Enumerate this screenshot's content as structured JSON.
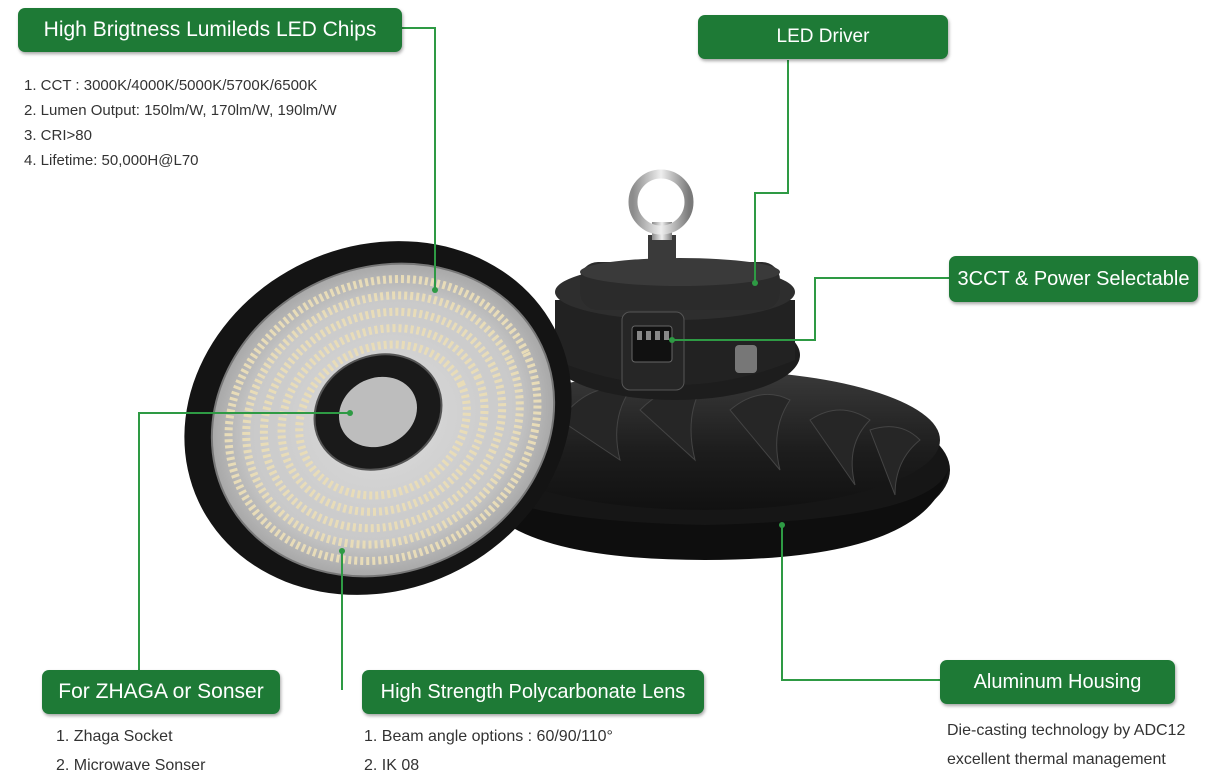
{
  "callouts": {
    "led_chips": "High Brigtness Lumileds LED Chips",
    "led_driver": "LED Driver",
    "selectable": "3CCT & Power Selectable",
    "zhaga": "For ZHAGA or Sonser",
    "lens": "High Strength Polycarbonate Lens",
    "housing": "Aluminum Housing"
  },
  "led_chips_specs": [
    "1. CCT : 3000K/4000K/5000K/5700K/6500K",
    "2. Lumen Output: 150lm/W, 170lm/W, 190lm/W",
    "3. CRI>80",
    "4. Lifetime: 50,000H@L70"
  ],
  "zhaga_specs": [
    "1. Zhaga Socket",
    "2. Microwave Sonser"
  ],
  "lens_specs": [
    "1. Beam angle options : 60/90/110°",
    "2. IK 08"
  ],
  "housing_specs": [
    "Die-casting technology by ADC12",
    "excellent thermal management"
  ],
  "colors": {
    "callout_green": "#1e7a36",
    "leader_line_green": "#2e9a44",
    "housing_black": "#1f1f1f"
  }
}
